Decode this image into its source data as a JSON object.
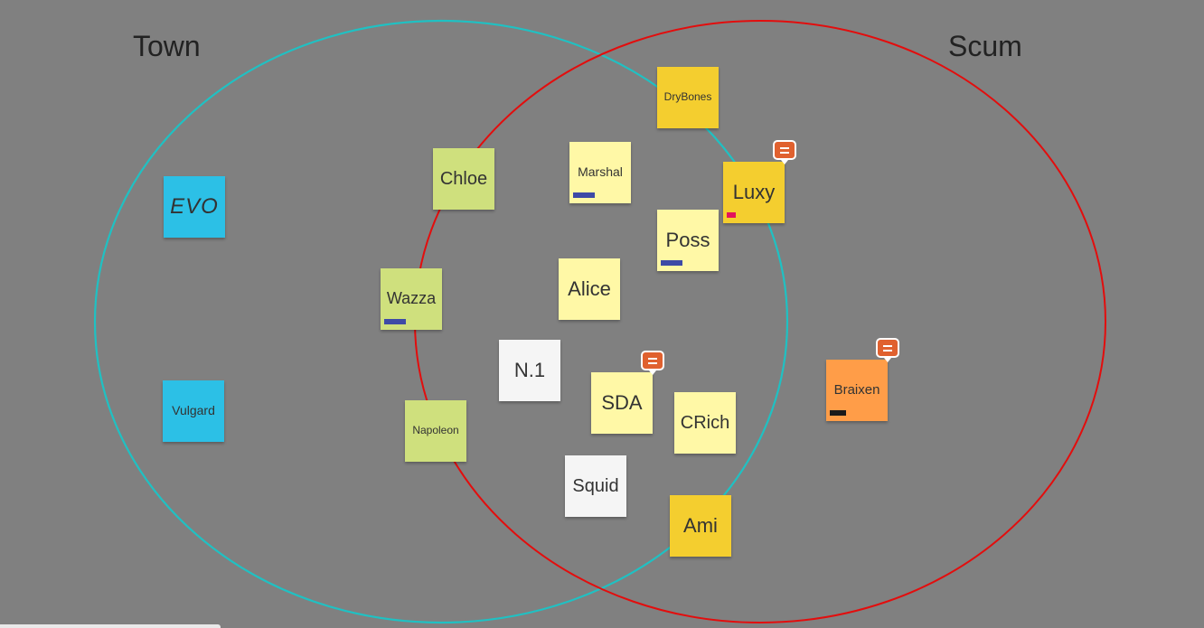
{
  "sets": {
    "town": {
      "label": "Town",
      "color": "#1fc1c3"
    },
    "scum": {
      "label": "Scum",
      "color": "#e30d0d"
    }
  },
  "notes": [
    {
      "id": "evo",
      "text": "EVO",
      "color": "#2cc0e6",
      "italic": true,
      "tag": null,
      "comment": false
    },
    {
      "id": "vulgard",
      "text": "Vulgard",
      "color": "#2cc0e6",
      "italic": false,
      "tag": null,
      "comment": false
    },
    {
      "id": "chloe",
      "text": "Chloe",
      "color": "#cfe07d",
      "italic": false,
      "tag": null,
      "comment": false
    },
    {
      "id": "wazza",
      "text": "Wazza",
      "color": "#cfe07d",
      "italic": false,
      "tag": "#3e4aa6",
      "comment": false
    },
    {
      "id": "napoleon",
      "text": "Napoleon",
      "color": "#cfe07d",
      "italic": false,
      "tag": null,
      "comment": false
    },
    {
      "id": "drybones",
      "text": "DryBones",
      "color": "#f4ce2f",
      "italic": false,
      "tag": null,
      "comment": false
    },
    {
      "id": "marshal",
      "text": "Marshal",
      "color": "#fff8a6",
      "italic": false,
      "tag": "#3e4aa6",
      "comment": false
    },
    {
      "id": "luxy",
      "text": "Luxy",
      "color": "#f4ce2f",
      "italic": false,
      "tag": "#e3125c",
      "comment": true
    },
    {
      "id": "poss",
      "text": "Poss",
      "color": "#fff8a6",
      "italic": false,
      "tag": "#3e4aa6",
      "comment": false
    },
    {
      "id": "alice",
      "text": "Alice",
      "color": "#fff8a6",
      "italic": false,
      "tag": null,
      "comment": false
    },
    {
      "id": "n1",
      "text": "N.1",
      "color": "#f5f5f5",
      "italic": false,
      "tag": null,
      "comment": false
    },
    {
      "id": "sda",
      "text": "SDA",
      "color": "#fff8a6",
      "italic": false,
      "tag": null,
      "comment": true
    },
    {
      "id": "crich",
      "text": "CRich",
      "color": "#fff8a6",
      "italic": false,
      "tag": null,
      "comment": false
    },
    {
      "id": "squid",
      "text": "Squid",
      "color": "#f5f5f5",
      "italic": false,
      "tag": null,
      "comment": false
    },
    {
      "id": "ami",
      "text": "Ami",
      "color": "#f4ce2f",
      "italic": false,
      "tag": null,
      "comment": false
    },
    {
      "id": "braixen",
      "text": "Braixen",
      "color": "#ff9d48",
      "italic": false,
      "tag": "#1a1a1a",
      "comment": true
    }
  ]
}
